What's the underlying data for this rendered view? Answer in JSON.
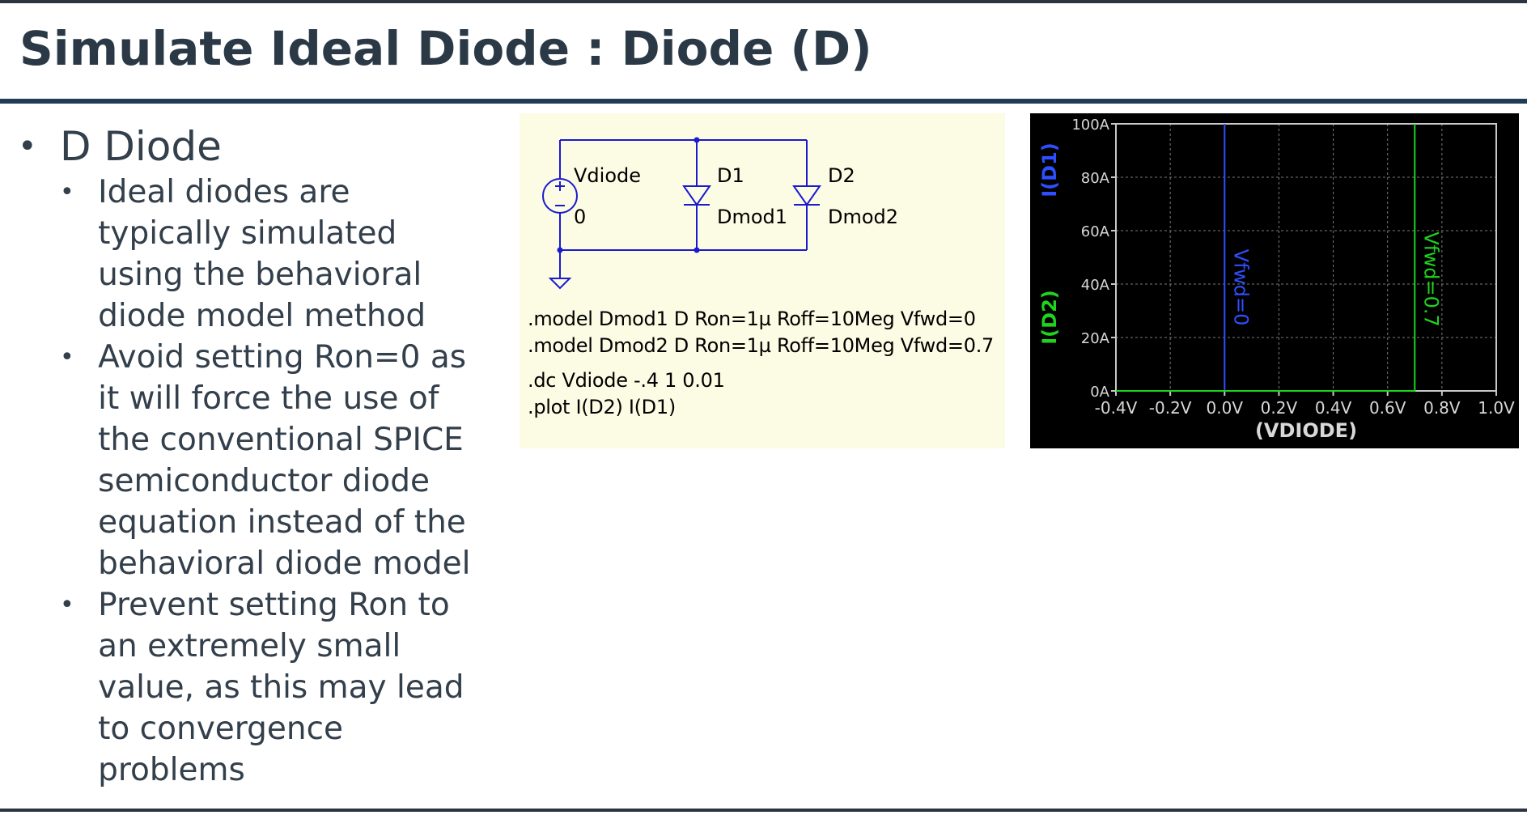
{
  "slide": {
    "title": "Simulate Ideal Diode : Diode (D)",
    "bullet_main": "D Diode",
    "bullets": [
      "Ideal diodes are typically simulated using the behavioral diode model method",
      "Avoid setting Ron=0 as it will force the use of the conventional SPICE semiconductor diode equation instead of the behavioral diode model",
      "Prevent setting Ron to an extremely small value, as this may lead to convergence problems"
    ]
  },
  "circuit": {
    "source_name": "Vdiode",
    "source_value": "0",
    "d1_name": "D1",
    "d1_model": "Dmod1",
    "d2_name": "D2",
    "d2_model": "Dmod2",
    "netlist": [
      ".model Dmod1 D Ron=1µ Roff=10Meg Vfwd=0",
      ".model Dmod2 D Ron=1µ Roff=10Meg Vfwd=0.7",
      ".dc Vdiode -.4 1 0.01",
      ".plot I(D2) I(D1)"
    ],
    "wire_color": "#1a1ad0"
  },
  "chart_data": {
    "type": "line",
    "xlabel": "(VDIODE)",
    "ylabel_top": "I(D1)",
    "ylabel_bottom": "I(D2)",
    "x_ticks": [
      "-0.4V",
      "-0.2V",
      "0.0V",
      "0.2V",
      "0.4V",
      "0.6V",
      "0.8V",
      "1.0V"
    ],
    "y_ticks": [
      "0A",
      "20A",
      "40A",
      "60A",
      "80A",
      "100A"
    ],
    "xlim": [
      -0.4,
      1.0
    ],
    "ylim": [
      0,
      100
    ],
    "grid": true,
    "series": [
      {
        "name": "I(D1)",
        "color": "#2e4fff",
        "x": [
          -0.4,
          0.0,
          0.0
        ],
        "y": [
          0,
          0,
          100
        ]
      },
      {
        "name": "I(D2)",
        "color": "#1ed41e",
        "x": [
          -0.4,
          0.7,
          0.7
        ],
        "y": [
          0,
          0,
          100
        ]
      }
    ],
    "annotations": [
      {
        "text": "Vfwd=0",
        "x": 0.0,
        "color": "#2e4fff"
      },
      {
        "text": "Vfwd=0.7",
        "x": 0.7,
        "color": "#1ed41e"
      }
    ]
  }
}
